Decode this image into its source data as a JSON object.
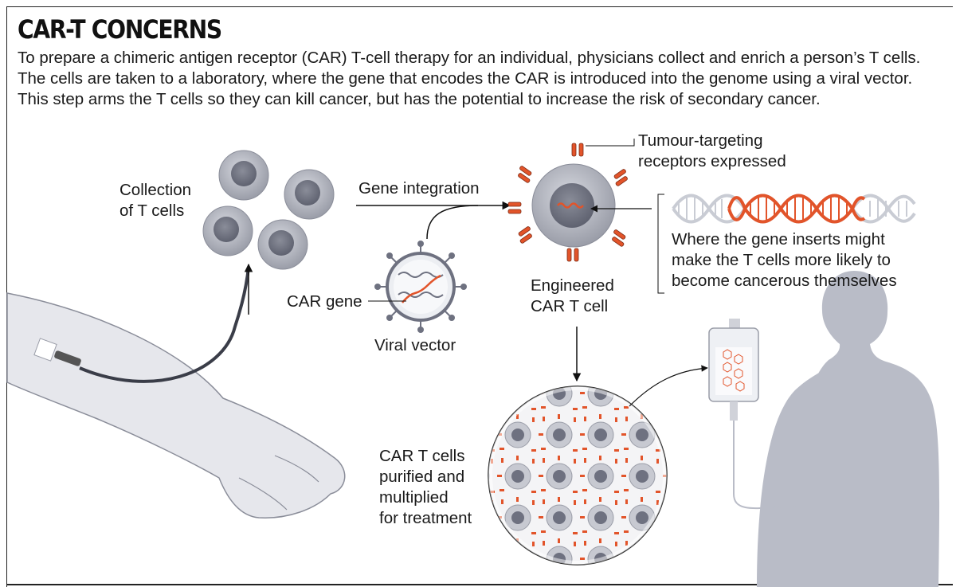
{
  "title": "CAR-T CONCERNS",
  "intro": "To prepare a chimeric antigen receptor (CAR) T-cell therapy for an individual, physicians collect and enrich a person’s T cells. The cells are taken to a laboratory, where the gene that encodes the CAR is introduced into the genome using a viral vector. This step arms the T cells so they can kill cancer, but has the potential to increase the risk of secondary cancer.",
  "labels": {
    "collection_line1": "Collection",
    "collection_line2": "of T cells",
    "gene_integration": "Gene integration",
    "tumour_line1": "Tumour-targeting",
    "tumour_line2": "receptors expressed",
    "gene_inserts_line1": "Where the gene inserts might",
    "gene_inserts_line2": "make the T cells more likely to",
    "gene_inserts_line3": "become cancerous themselves",
    "car_gene": "CAR gene",
    "viral_vector": "Viral vector",
    "engineered_line1": "Engineered",
    "engineered_line2": "CAR T cell",
    "purified_line1": "CAR T cells",
    "purified_line2": "purified and",
    "purified_line3": "multiplied",
    "purified_line4": "for treatment"
  },
  "colors": {
    "accent_orange": "#e2542a",
    "cell_gray": "#9a9da8",
    "nucleus_gray": "#6e7180",
    "silhouette": "#b9bcc7",
    "skin": "#e6e7ec",
    "line": "#222222"
  }
}
